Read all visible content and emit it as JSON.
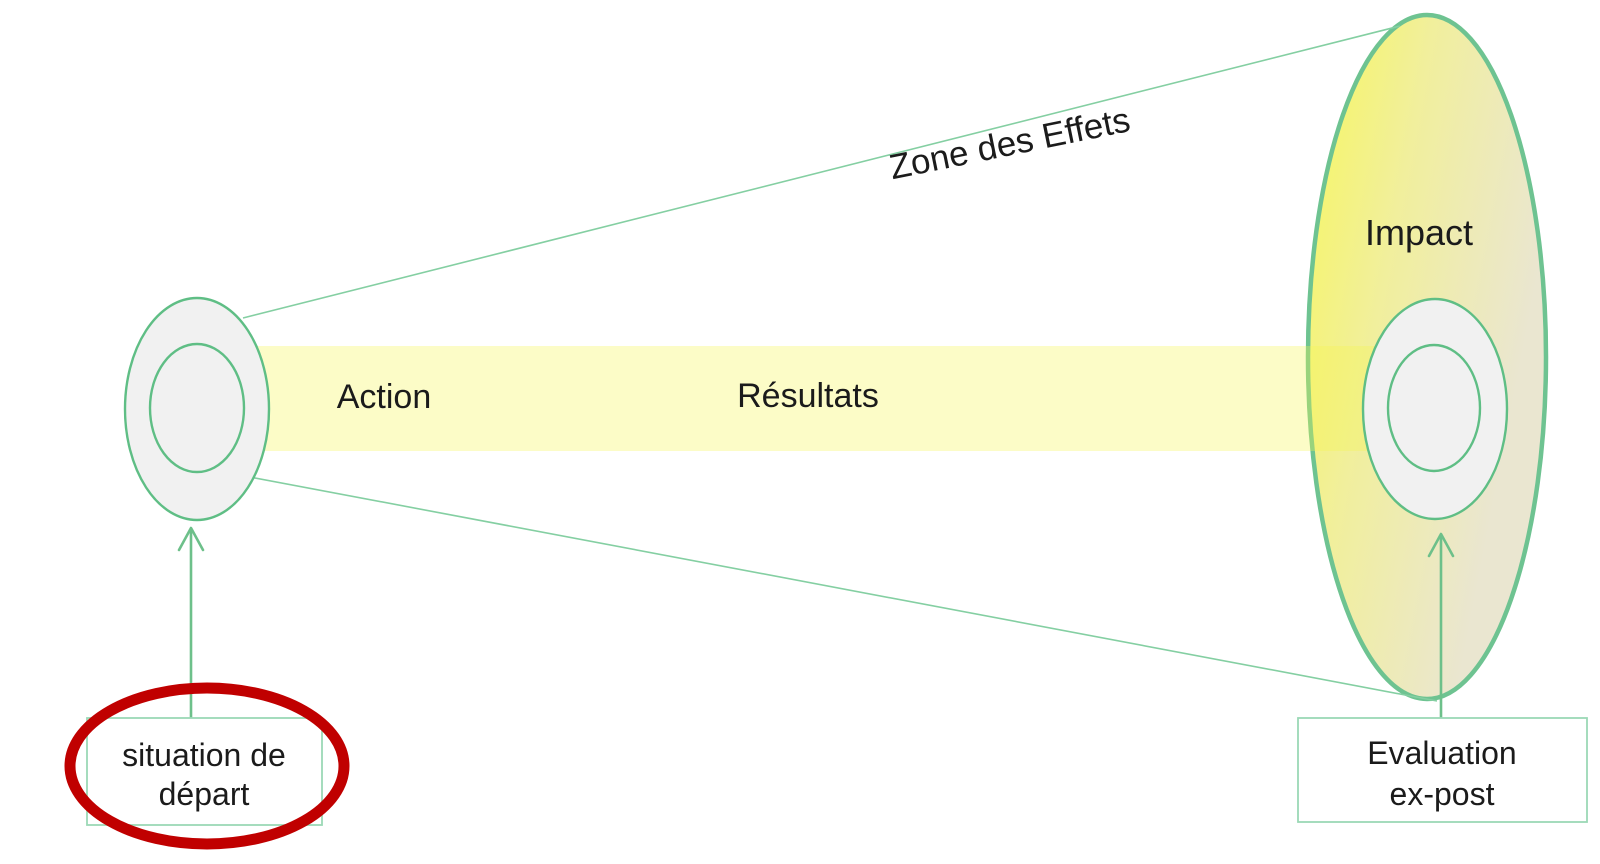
{
  "diagram": {
    "start_node": {
      "line1": "situation de",
      "line2": "départ"
    },
    "band": {
      "action_label": "Action",
      "resultats_label": "Résultats"
    },
    "cone_label": "Zone des Effets",
    "impact_node": {
      "label": "Impact"
    },
    "eval_node": {
      "line1": "Evaluation",
      "line2": "ex-post"
    }
  },
  "colors": {
    "background": "#FFFFFF",
    "green_ellipse_stroke": "#5FBE85",
    "green_cone_line": "#84CFA2",
    "green_impact_border": "#6EC391",
    "green_box_border": "#9BD9B6",
    "green_arrow": "#6DC08A",
    "impact_fill_yellow": "#F7F766",
    "impact_fill_beige": "#EAE6D0",
    "band_yellow": "#F6F650",
    "gray_fill": "#F1F1F1",
    "red_highlight": "#C00000",
    "text": "#1B1B1B"
  }
}
